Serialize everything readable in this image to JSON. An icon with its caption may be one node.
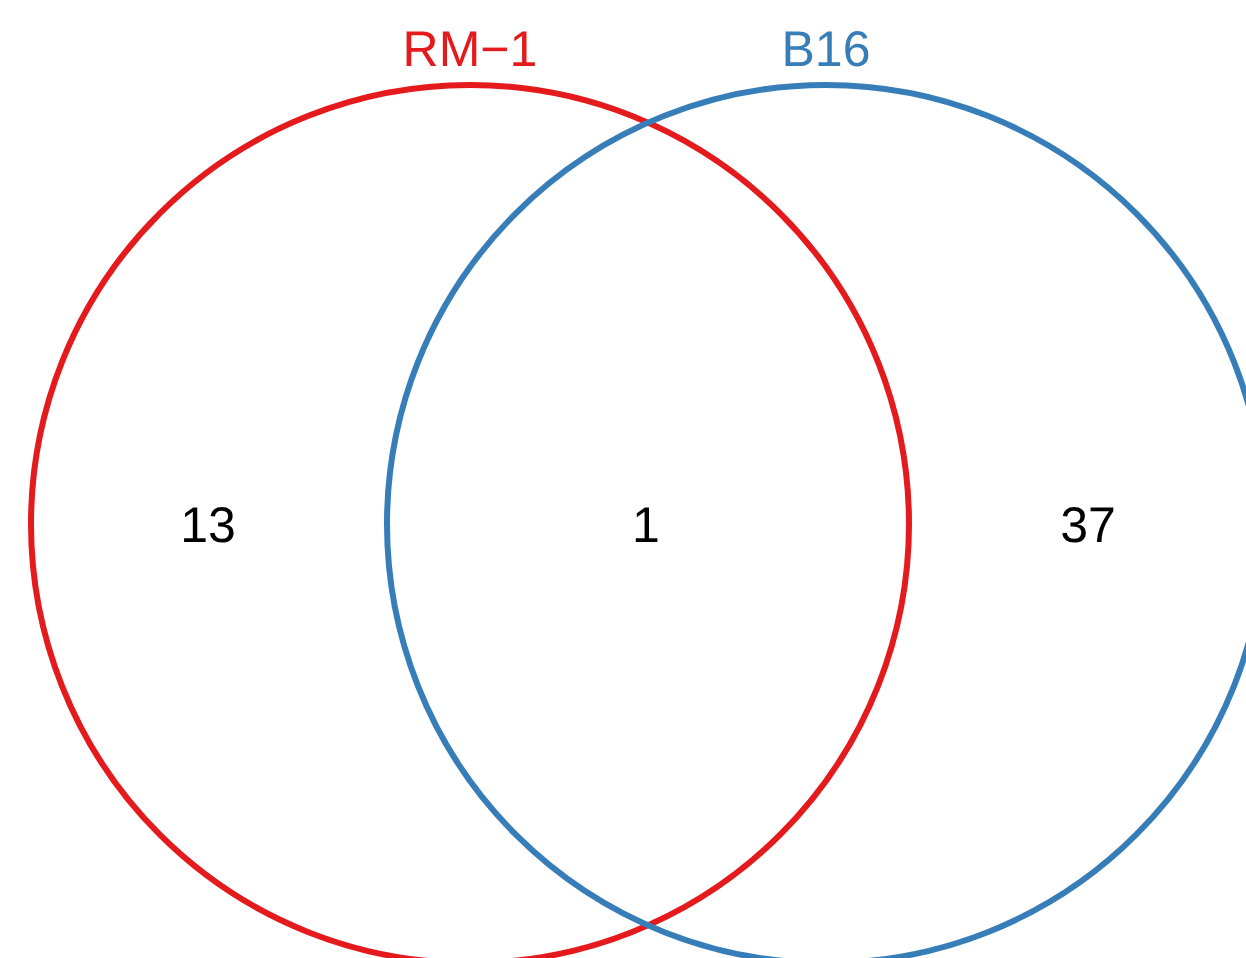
{
  "diagram": {
    "nodes": [
      {
        "text": [
          "RM−1"
        ]
      },
      {
        "text": [
          "B16"
        ]
      }
    ],
    "labels": [
      "13",
      "1",
      "37"
    ]
  }
}
